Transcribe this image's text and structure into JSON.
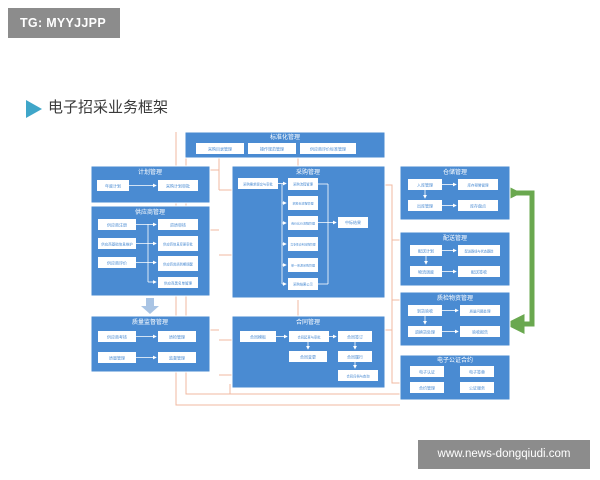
{
  "watermark_top_left": "TG: MYYJJPP",
  "watermark_bottom_right": "www.news-dongqiudi.com",
  "heading": "电子招采业务框架",
  "colors": {
    "panel": "#4a8bd2",
    "panel_border": "#ffffff",
    "box_fill": "#ffffff",
    "box_text": "#4a8bd2",
    "connector": "#f0b9a0",
    "arrow_green": "#6aa84f",
    "arrow_gray": "#a9c4e4",
    "heading_arrow": "#3fa6c9"
  },
  "panels": {
    "standardization": {
      "title": "标准化管理",
      "items": [
        "采购目录管理",
        "操作规范管理",
        "供应商评价标准管理"
      ]
    },
    "plan": {
      "title": "计划管理",
      "items": [
        "年度计划",
        "采购计划审批"
      ]
    },
    "supplier": {
      "title": "供应商管理",
      "items": [
        "供应商注册",
        "供应商基础信息维护",
        "供应商评价",
        "资质审核",
        "供应商信息变更审批",
        "供应商资质到期提醒",
        "供应商黑名单管理"
      ]
    },
    "quality": {
      "title": "质量监督管理",
      "items": [
        "供应商考核",
        "质量管理",
        "质检管理",
        "监督管理"
      ]
    },
    "procurement": {
      "title": "采购管理",
      "left_item": "采购需求提交与审批",
      "items": [
        "采购流程管理",
        "招投标流程管理",
        "询价比价流程管理",
        "竞争性谈判流程管理",
        "单一来源采购管理",
        "采购结果公示"
      ],
      "right_item": "中标结果"
    },
    "contract": {
      "title": "合同管理",
      "items": [
        "合同模板",
        "合同起草与审批",
        "合同签订",
        "合同变更",
        "合同履行",
        "合同归档与查询"
      ]
    },
    "warehouse": {
      "title": "仓储管理",
      "items": [
        "入库管理",
        "库存预警管理",
        "出库管理",
        "库存盘点"
      ]
    },
    "delivery": {
      "title": "配送管理",
      "items": [
        "配送计划",
        "配送路线与状态跟踪",
        "物流调度",
        "配送签收"
      ]
    },
    "acceptance": {
      "title": "质检物资管理",
      "items": [
        "到货验收",
        "质量问题处理",
        "退换货处理",
        "验收报告"
      ]
    },
    "eoffice": {
      "title": "电子公证合约",
      "items": [
        "电子认证",
        "电子签章",
        "合约管理",
        "公证服务"
      ]
    }
  }
}
